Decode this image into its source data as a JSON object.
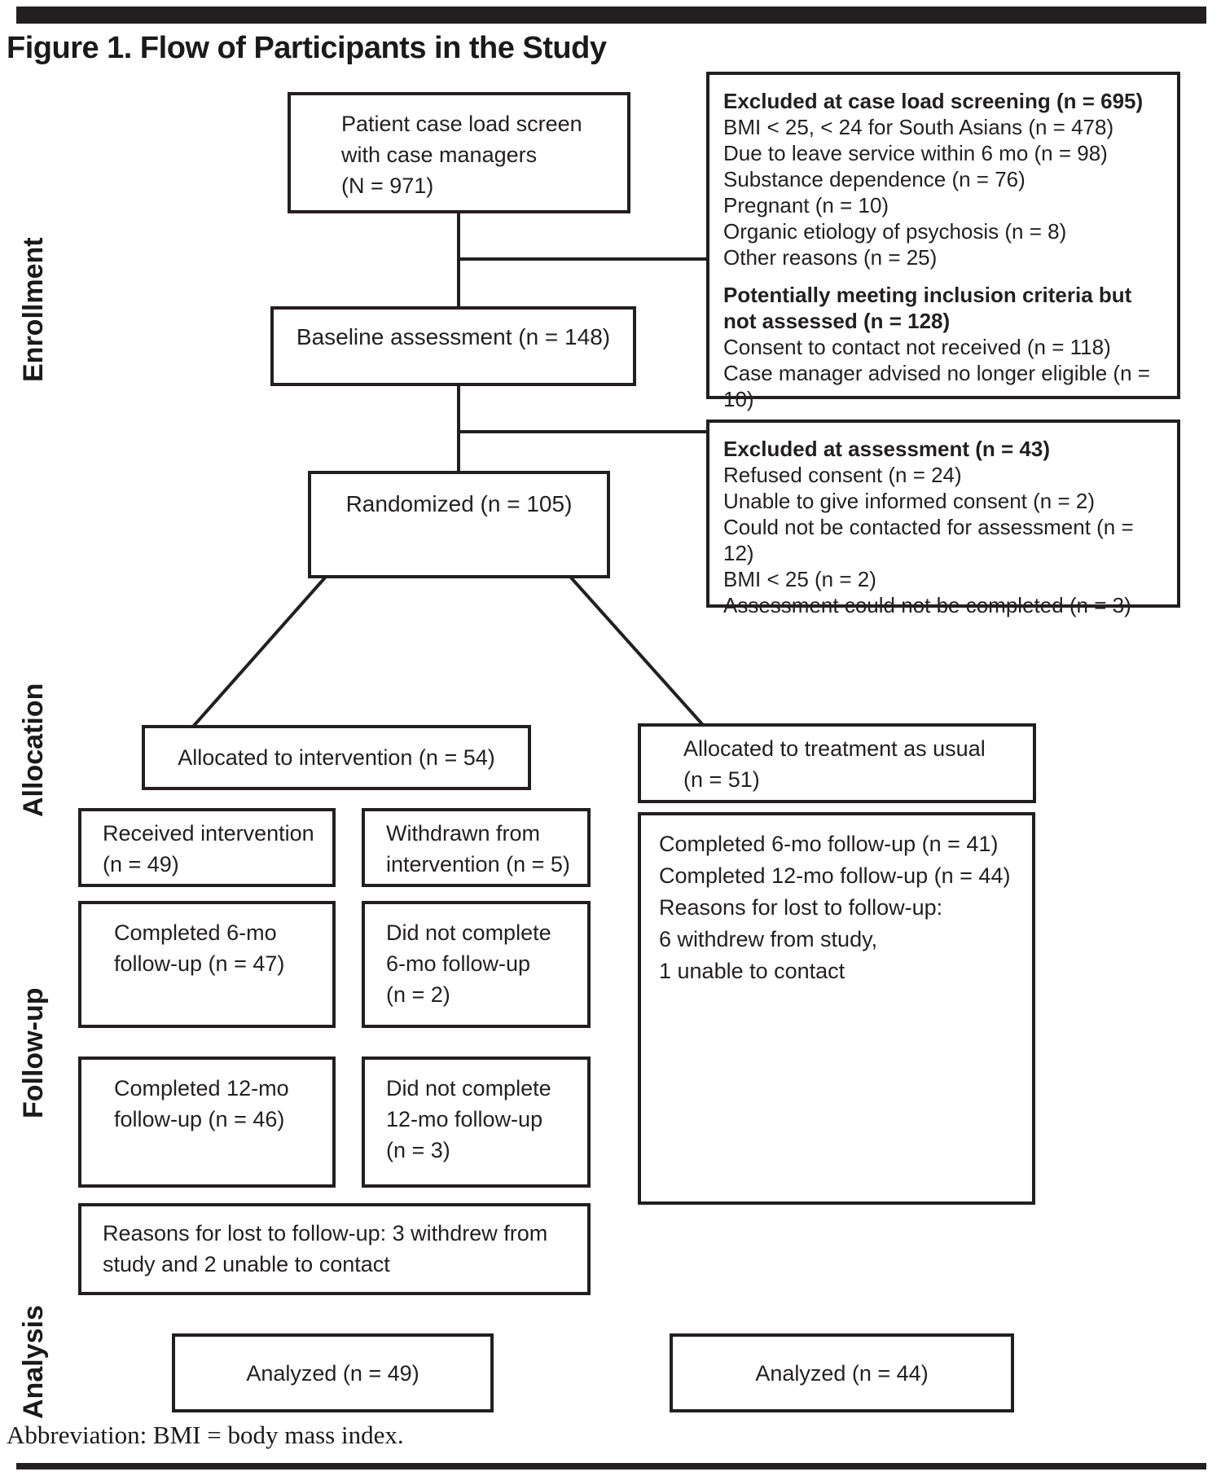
{
  "figure": {
    "title": "Figure 1. Flow of Participants in the Study",
    "footer": "Abbreviation: BMI = body mass index."
  },
  "sections": {
    "enrollment": "Enrollment",
    "allocation": "Allocation",
    "followup": "Follow-up",
    "analysis": "Analysis"
  },
  "boxes": {
    "screen": {
      "lines": [
        "Patient case load screen",
        "with case managers",
        "(N = 971)"
      ]
    },
    "excluded_screening": {
      "heading": "Excluded at case load screening (n = 695)",
      "items": [
        "BMI < 25, < 24 for South Asians (n = 478)",
        "Due to leave service within 6 mo (n = 98)",
        "Substance dependence (n = 76)",
        "Pregnant (n = 10)",
        "Organic etiology of psychosis (n = 8)",
        "Other reasons (n = 25)"
      ],
      "heading2": "Potentially meeting inclusion criteria but not assessed  (n = 128)",
      "items2": [
        "Consent to contact not received (n = 118)",
        "Case manager advised no longer eligible (n = 10)"
      ]
    },
    "baseline": {
      "text": "Baseline assessment (n = 148)"
    },
    "excluded_assessment": {
      "heading": "Excluded at assessment (n = 43)",
      "items": [
        "Refused consent (n = 24)",
        "Unable to give informed consent (n = 2)",
        "Could not be contacted for assessment (n = 12)",
        "BMI < 25 (n = 2)",
        "Assessment could not be completed (n = 3)"
      ]
    },
    "randomized": {
      "text": "Randomized (n = 105)"
    },
    "alloc_intervention": {
      "text": "Allocated to intervention (n = 54)"
    },
    "alloc_tau": {
      "lines": [
        "Allocated to treatment as usual",
        "(n = 51)"
      ]
    },
    "received_intervention": {
      "lines": [
        "Received intervention",
        "(n = 49)"
      ]
    },
    "withdrawn_intervention": {
      "lines": [
        "Withdrawn from",
        "intervention (n = 5)"
      ]
    },
    "completed_6mo": {
      "lines": [
        "Completed 6-mo",
        "follow-up (n = 47)"
      ]
    },
    "did_not_complete_6mo": {
      "lines": [
        "Did not complete",
        "6-mo follow-up",
        "(n = 2)"
      ]
    },
    "completed_12mo": {
      "lines": [
        "Completed 12-mo",
        "follow-up (n = 46)"
      ]
    },
    "did_not_complete_12mo": {
      "lines": [
        "Did not complete",
        "12-mo follow-up",
        "(n = 3)"
      ]
    },
    "tau_followup": {
      "lines": [
        "Completed 6-mo follow-up (n = 41)",
        "Completed 12-mo follow-up (n = 44)",
        "Reasons for lost to follow-up:",
        "6 withdrew from study,",
        "1 unable to contact"
      ]
    },
    "reasons_lost": {
      "lines": [
        "Reasons for lost to follow-up: 3 withdrew from",
        "study and 2 unable to contact"
      ]
    },
    "analyzed_intervention": {
      "text": "Analyzed (n = 49)"
    },
    "analyzed_tau": {
      "text": "Analyzed (n = 44)"
    }
  }
}
